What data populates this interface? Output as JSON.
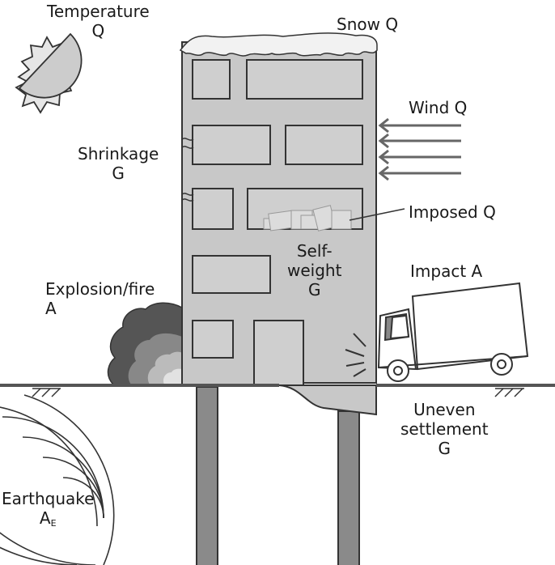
{
  "labels": {
    "temperature": {
      "line1": "Temperature",
      "line2": "Q"
    },
    "snow": "Snow Q",
    "wind": "Wind Q",
    "shrinkage": {
      "line1": "Shrinkage",
      "line2": "G"
    },
    "imposed": "Imposed Q",
    "self_weight": {
      "line1": "Self-",
      "line2": "weight",
      "line3": "G"
    },
    "impact": "Impact A",
    "explosion": {
      "line1": "Explosion/fire",
      "line2": "A"
    },
    "uneven": {
      "line1": "Uneven",
      "line2": "settlement",
      "line3": "G"
    },
    "earthquake": {
      "line1": "Earthquake",
      "symbol": "A",
      "subscript": "E"
    }
  },
  "colors": {
    "building_fill": "#c8c8c8",
    "outline": "#333333",
    "arrow": "#666666",
    "fire_outer": "#555555",
    "fire_mid": "#888888",
    "fire_inner": "#bbbbbb",
    "window_fill": "#cfcfcf"
  },
  "icons": [
    "sun-icon",
    "snow-cap",
    "wind-arrows",
    "fire-cloud",
    "truck-icon",
    "impact-burst",
    "earthquake-waves",
    "soil-hatch"
  ]
}
